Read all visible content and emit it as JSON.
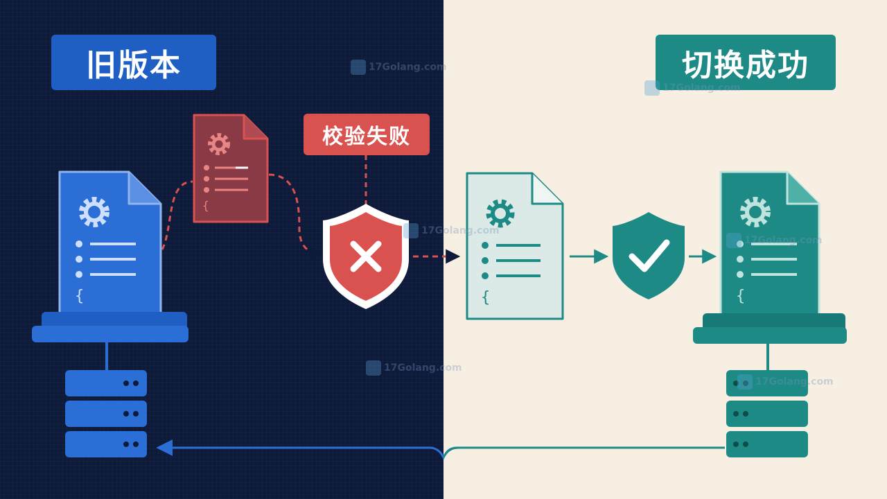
{
  "labels": {
    "old_version": "旧版本",
    "validation_failed": "校验失败",
    "switch_success": "切换成功"
  },
  "watermark": {
    "text": "17Golang.com"
  },
  "icons": {
    "old_config_file": "document-gear-icon",
    "new_config_file": "document-gear-icon",
    "failed_config_file": "document-gear-icon",
    "fail_shield": "shield-x-icon",
    "success_shield": "shield-check-icon",
    "old_server": "server-stack-icon",
    "new_server": "server-stack-icon"
  },
  "colors": {
    "left_background": "#0d1a3a",
    "right_background": "#f6efe2",
    "old_blue": "#2b6fd6",
    "fail_red": "#d9524f",
    "success_teal": "#1d8a86"
  }
}
